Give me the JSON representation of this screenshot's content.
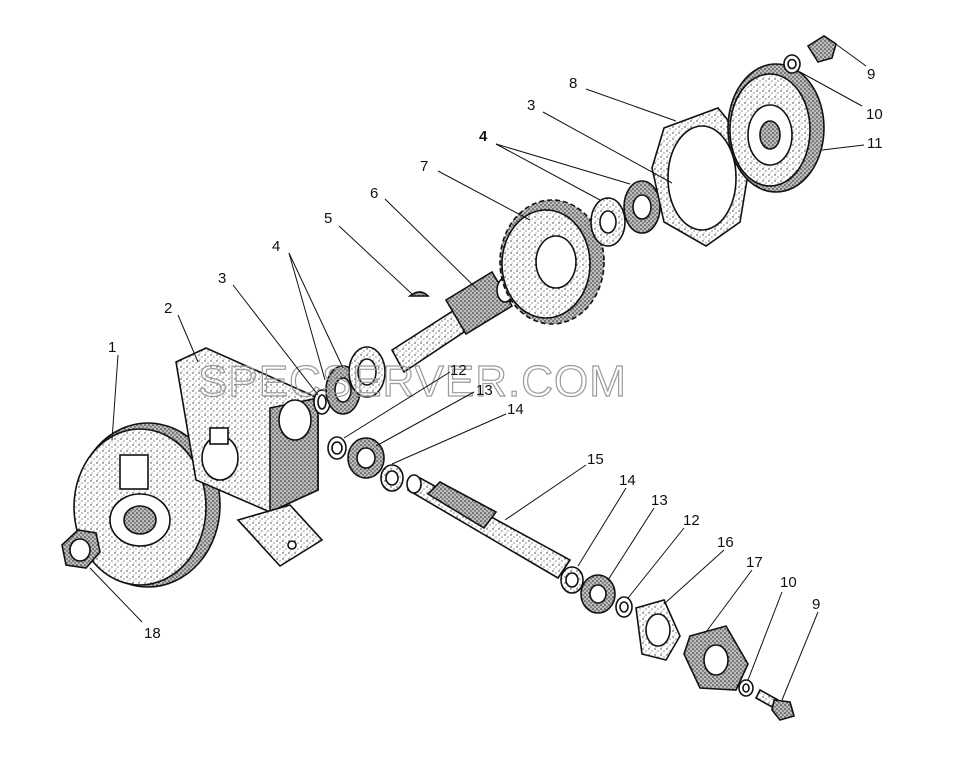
{
  "watermark": "SPECSERVER.COM",
  "callouts": [
    "1",
    "2",
    "3",
    "4",
    "5",
    "6",
    "7",
    "8",
    "3",
    "4",
    "9",
    "10",
    "11",
    "12",
    "13",
    "14",
    "15",
    "14",
    "13",
    "12",
    "16",
    "17",
    "10",
    "9",
    "18"
  ],
  "colors": {
    "ink": "#111111",
    "paper": "#ffffff",
    "watermark": "#9a9a9a"
  }
}
